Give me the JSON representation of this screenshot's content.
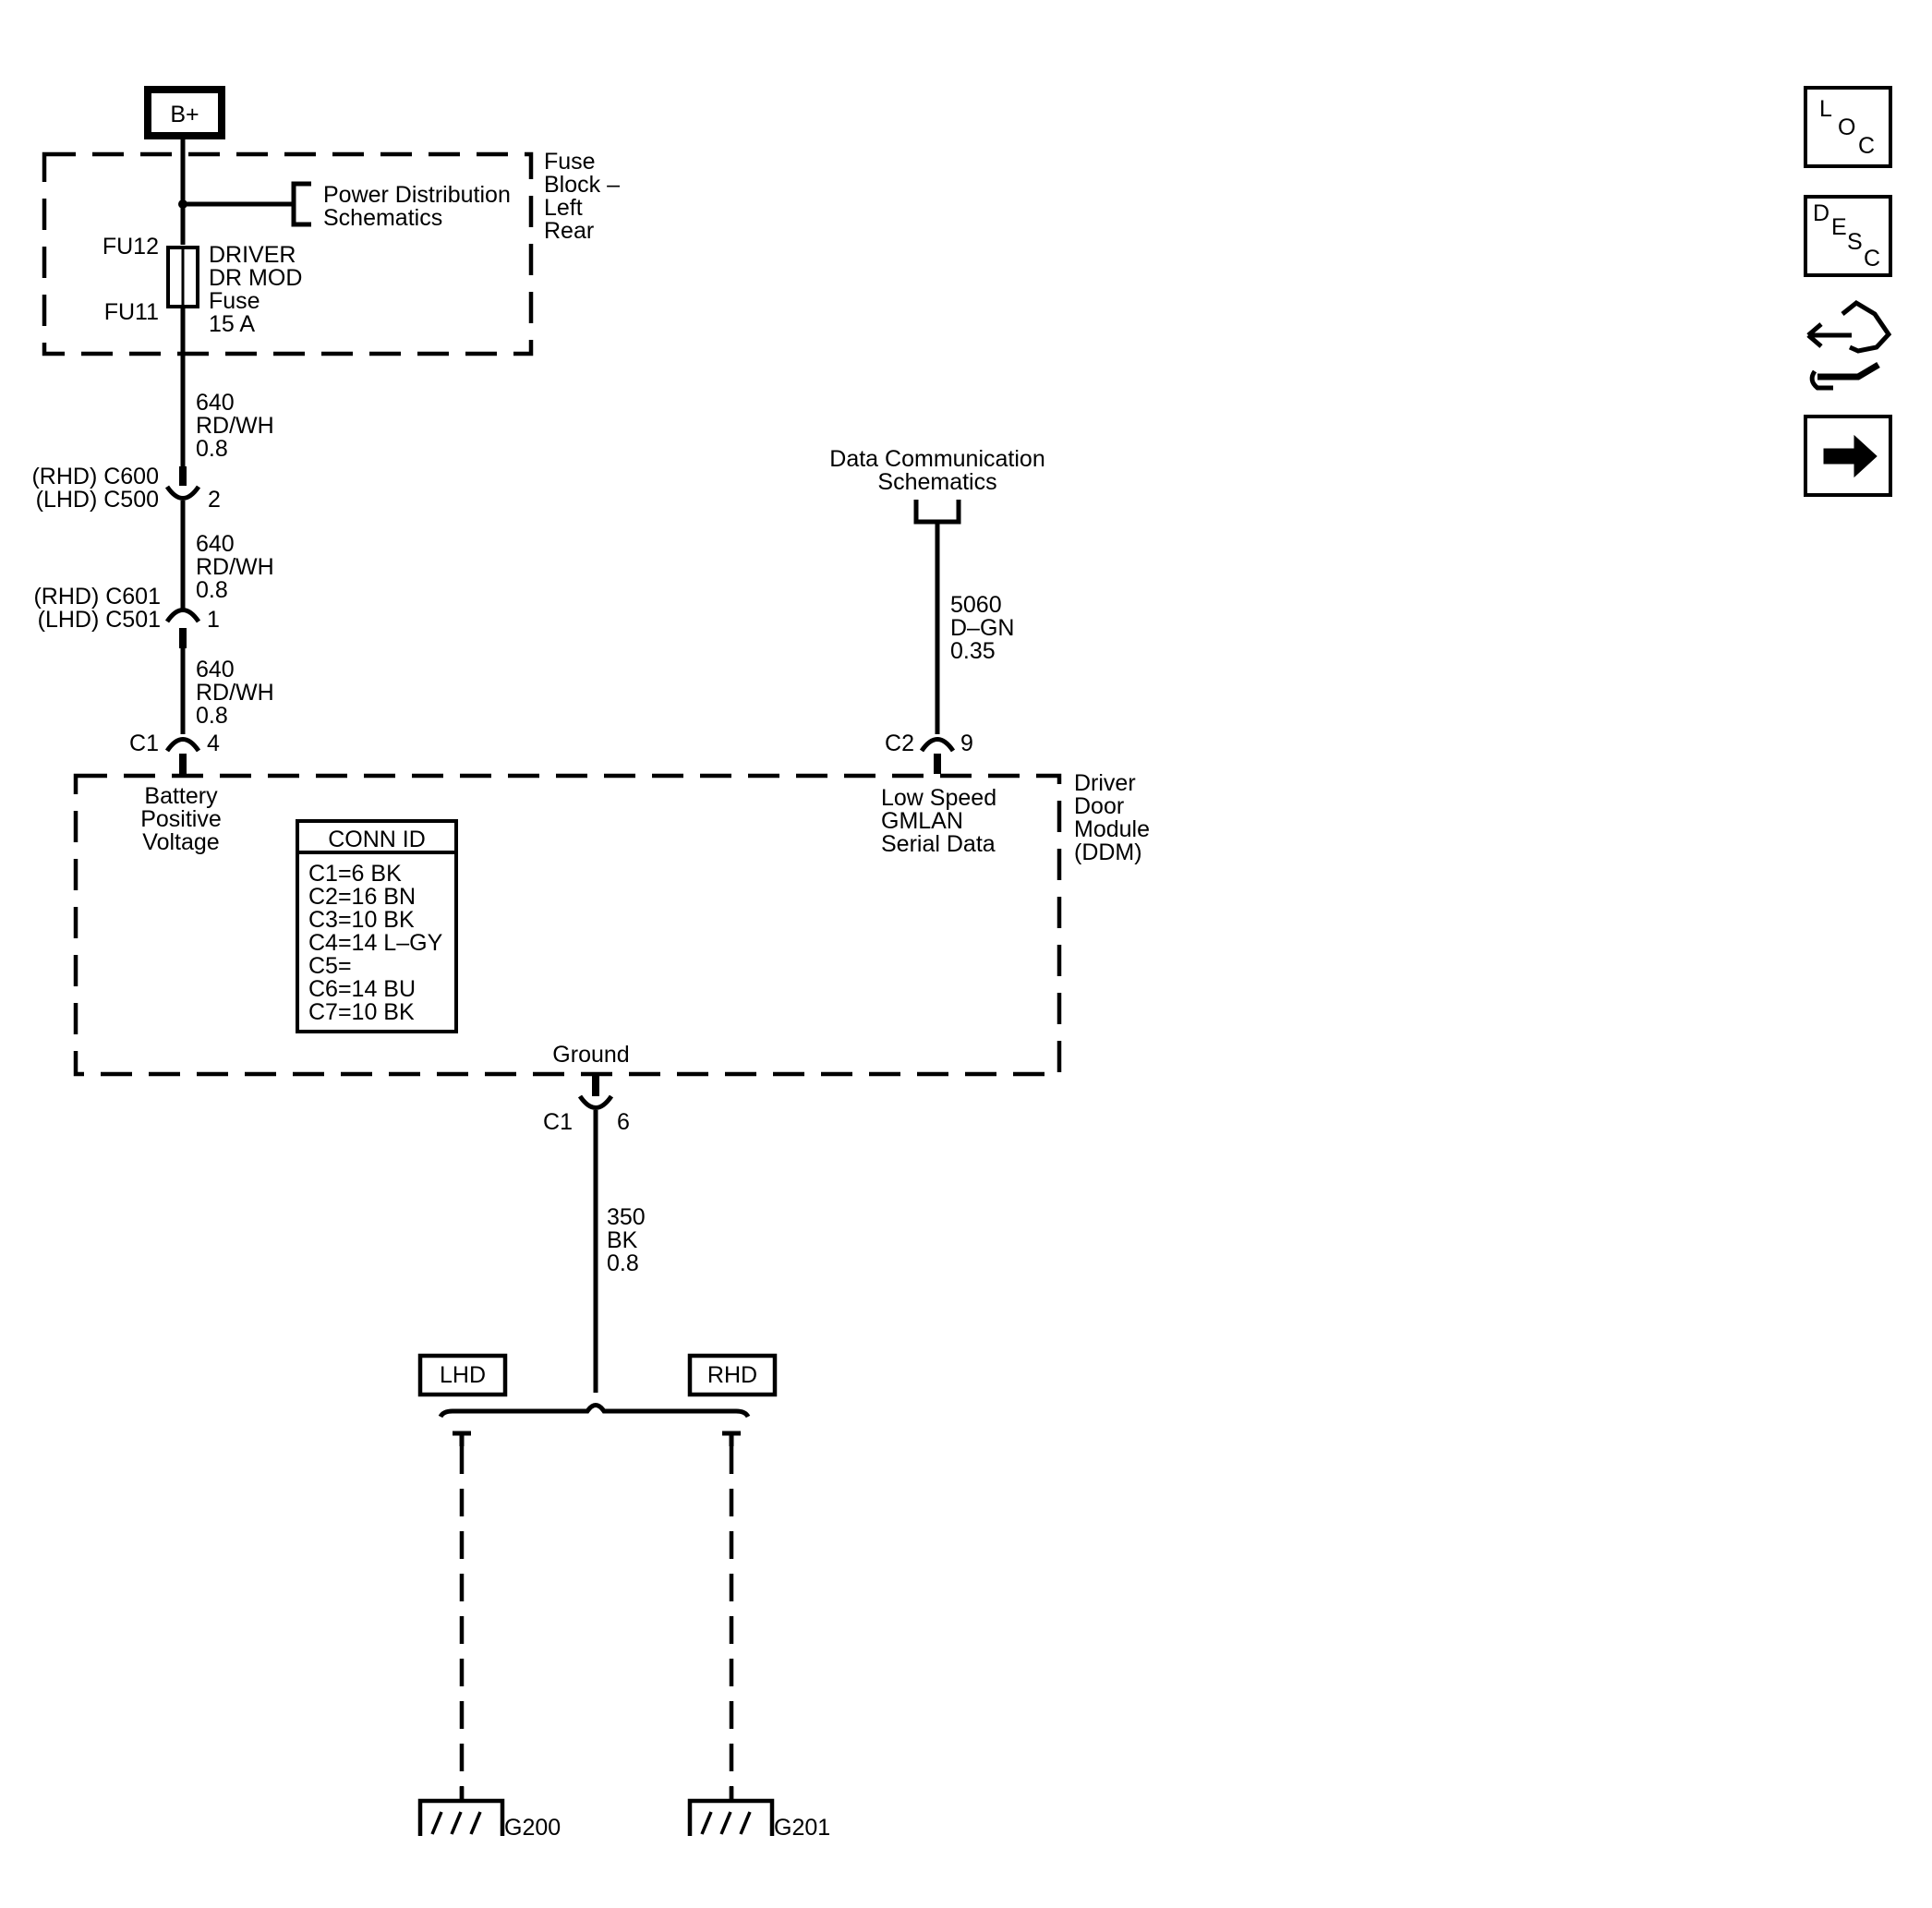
{
  "power_source": {
    "label": "B+"
  },
  "fuse_block": {
    "name_lines": [
      "Fuse",
      "Block –",
      "Left",
      "Rear"
    ],
    "power_ref_lines": [
      "Power Distribution",
      "Schematics"
    ],
    "fuse_top_terminal": "FU12",
    "fuse_bottom_terminal": "FU11",
    "fuse_label_lines": [
      "DRIVER",
      "DR MOD",
      "Fuse",
      "15 A"
    ]
  },
  "wire_segments": [
    {
      "circuit": "640",
      "color": "RD/WH",
      "size": "0.8"
    },
    {
      "circuit": "640",
      "color": "RD/WH",
      "size": "0.8"
    },
    {
      "circuit": "640",
      "color": "RD/WH",
      "size": "0.8"
    },
    {
      "circuit": "5060",
      "color": "D–GN",
      "size": "0.35"
    },
    {
      "circuit": "350",
      "color": "BK",
      "size": "0.8"
    }
  ],
  "inline_connectors": [
    {
      "rhd": "(RHD) C600",
      "lhd": "(LHD) C500",
      "pin": "2"
    },
    {
      "rhd": "(RHD) C601",
      "lhd": "(LHD) C501",
      "pin": "1"
    }
  ],
  "module_connectors": [
    {
      "conn": "C1",
      "pin": "4"
    },
    {
      "conn": "C2",
      "pin": "9"
    },
    {
      "conn": "C1",
      "pin": "6"
    }
  ],
  "data_comm_ref_lines": [
    "Data Communication",
    "Schematics"
  ],
  "module": {
    "name_lines": [
      "Driver",
      "Door",
      "Module",
      "(DDM)"
    ],
    "battery_pin_lines": [
      "Battery",
      "Positive",
      "Voltage"
    ],
    "serial_pin_lines": [
      "Low Speed",
      "GMLAN",
      "Serial Data"
    ],
    "ground_pin": "Ground",
    "conn_id": {
      "title": "CONN ID",
      "rows": [
        "C1=6 BK",
        "C2=16 BN",
        "C3=10 BK",
        "C4=14 L–GY",
        "C5=",
        "C6=14 BU",
        "C7=10 BK"
      ]
    }
  },
  "ground_options": {
    "lhd_label": "LHD",
    "rhd_label": "RHD",
    "lhd_ground": "G200",
    "rhd_ground": "G201"
  },
  "nav_icons": {
    "loc": [
      "L",
      "O",
      "C"
    ],
    "desc": [
      "D",
      "E",
      "S",
      "C"
    ],
    "icon_names": [
      "location-icon",
      "description-icon",
      "diagnostic-tool-icon",
      "next-arrow-icon"
    ]
  }
}
